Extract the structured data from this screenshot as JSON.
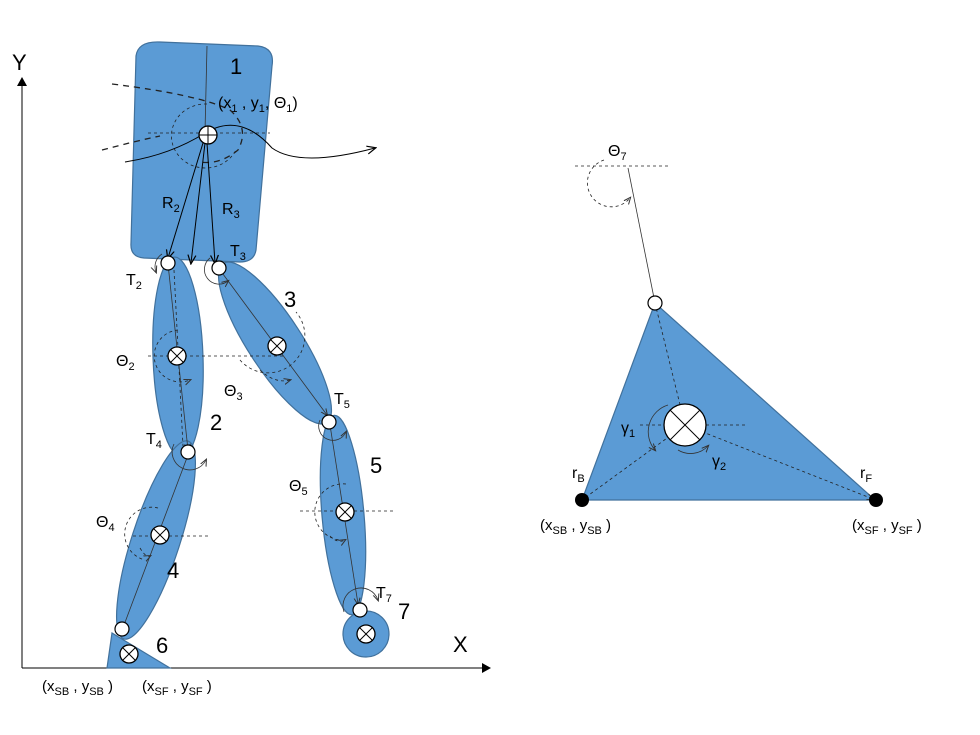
{
  "axes": {
    "y_label": "Y",
    "x_label": "X"
  },
  "segments": {
    "s1": "1",
    "s2": "2",
    "s3": "3",
    "s4": "4",
    "s5": "5",
    "s6": "6",
    "s7": "7"
  },
  "left_labels": {
    "trunk_state": {
      "text": "(x",
      "sub1": "1",
      "mid1": " , y",
      "sub2": "1",
      "mid2": ", Θ",
      "sub3": "1",
      "end": ")"
    },
    "R2": {
      "base": "R",
      "sub": "2"
    },
    "R3": {
      "base": "R",
      "sub": "3"
    },
    "T2": {
      "base": "T",
      "sub": "2"
    },
    "T3": {
      "base": "T",
      "sub": "3"
    },
    "T4": {
      "base": "T",
      "sub": "4"
    },
    "T5": {
      "base": "T",
      "sub": "5"
    },
    "T7": {
      "base": "T",
      "sub": "7"
    },
    "theta2": {
      "base": "Θ",
      "sub": "2"
    },
    "theta3": {
      "base": "Θ",
      "sub": "3"
    },
    "theta4": {
      "base": "Θ",
      "sub": "4"
    },
    "theta5": {
      "base": "Θ",
      "sub": "5"
    },
    "xSB": {
      "p1": "(x",
      "s1": "SB",
      "p2": " , y",
      "s2": "SB",
      "p3": " )"
    },
    "xSF": {
      "p1": "(x",
      "s1": "SF",
      "p2": " , y",
      "s2": "SF",
      "p3": " )"
    }
  },
  "right_labels": {
    "theta7": {
      "base": "Θ",
      "sub": "7"
    },
    "gamma1": {
      "base": "γ",
      "sub": "1"
    },
    "gamma2": {
      "base": "γ",
      "sub": "2"
    },
    "rB": {
      "base": "r",
      "sub": "B"
    },
    "rF": {
      "base": "r",
      "sub": "F"
    },
    "xSB": {
      "p1": "(x",
      "s1": "SB",
      "p2": " , y",
      "s2": "SB",
      "p3": " )"
    },
    "xSF": {
      "p1": "(x",
      "s1": "SF",
      "p2": " , y",
      "s2": "SF",
      "p3": " )"
    }
  },
  "colors": {
    "segment_fill": "#5B9BD5",
    "segment_stroke": "#41719C"
  }
}
